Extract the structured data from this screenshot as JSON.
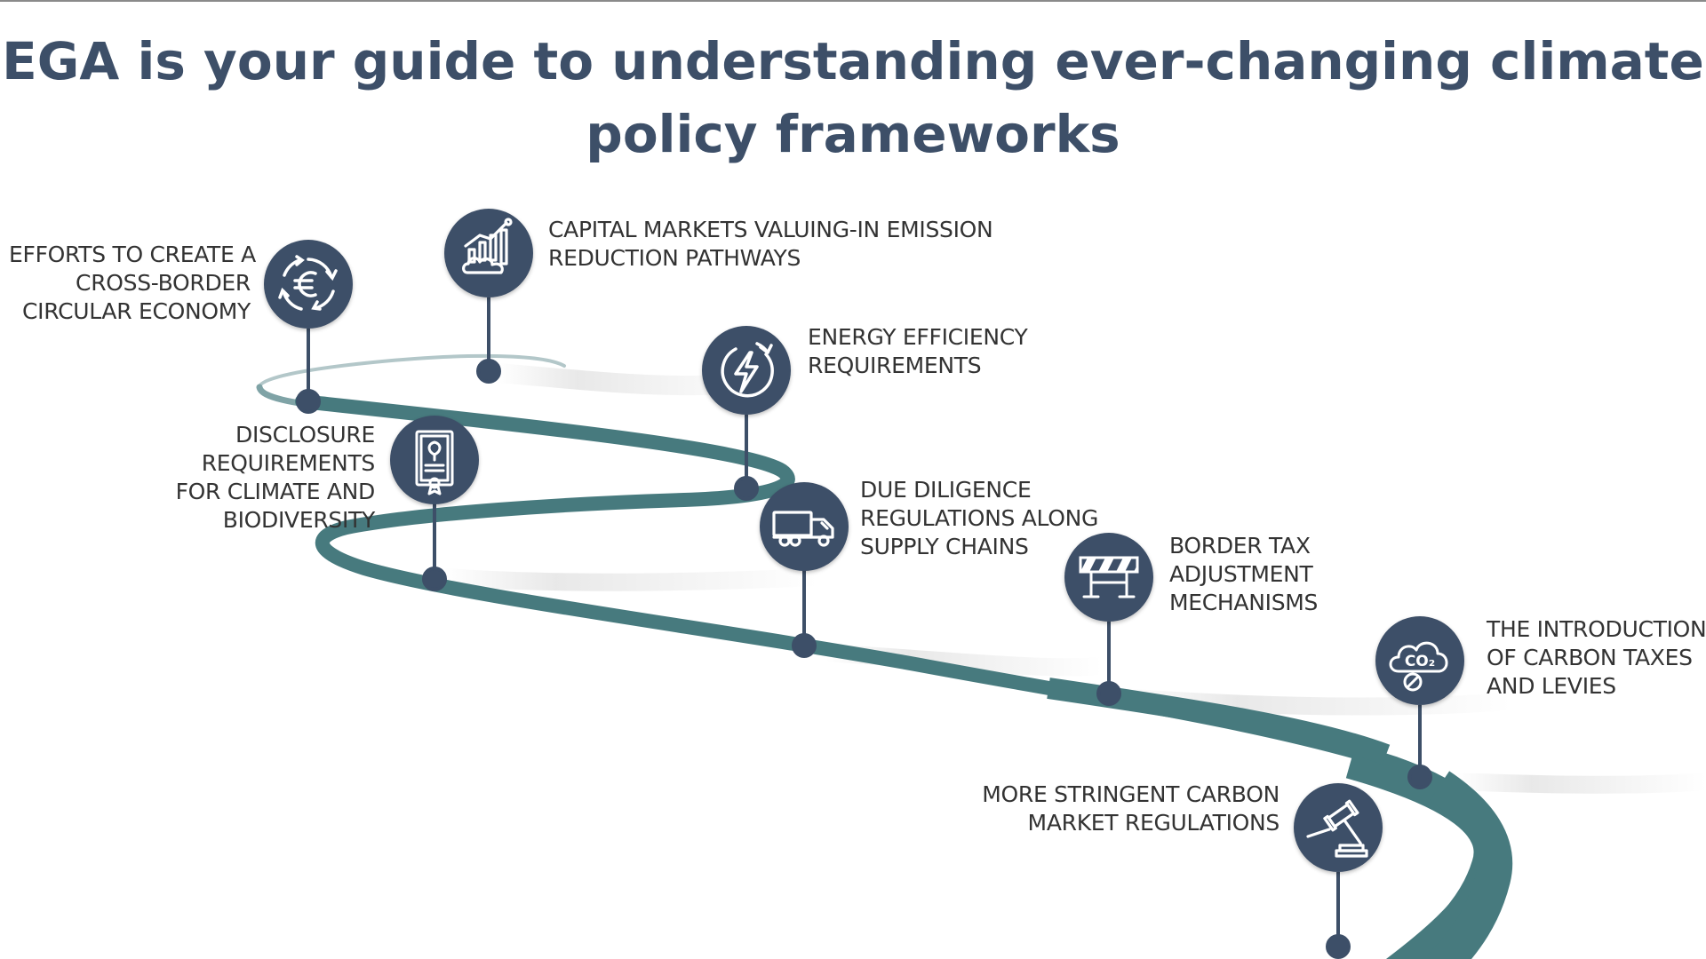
{
  "title_lines": [
    "EGA is your guide to understanding ever-changing climate",
    "policy frameworks"
  ],
  "colors": {
    "title": "#3d4f68",
    "pin": "#3d4f68",
    "road": "#477a7e",
    "text": "#333333"
  },
  "milestones": [
    {
      "icon": "euro-circular-arrows-icon",
      "lines": [
        "EFFORTS TO CREATE A",
        "CROSS-BORDER",
        "CIRCULAR ECONOMY"
      ]
    },
    {
      "icon": "market-chart-icon",
      "lines": [
        "CAPITAL MARKETS VALUING-IN EMISSION",
        "REDUCTION PATHWAYS"
      ]
    },
    {
      "icon": "energy-efficiency-icon",
      "lines": [
        "ENERGY EFFICIENCY",
        "REQUIREMENTS"
      ]
    },
    {
      "icon": "certificate-icon",
      "lines": [
        "DISCLOSURE",
        "REQUIREMENTS",
        "FOR CLIMATE AND",
        "BIODIVERSITY"
      ]
    },
    {
      "icon": "truck-icon",
      "lines": [
        "DUE DILIGENCE",
        "REGULATIONS ALONG",
        "SUPPLY CHAINS"
      ]
    },
    {
      "icon": "barrier-icon",
      "lines": [
        "BORDER TAX",
        "ADJUSTMENT",
        "MECHANISMS"
      ]
    },
    {
      "icon": "co2-tax-icon",
      "lines": [
        "THE INTRODUCTION",
        "OF CARBON TAXES",
        "AND LEVIES"
      ]
    },
    {
      "icon": "gavel-icon",
      "lines": [
        "MORE STRINGENT CARBON",
        "MARKET REGULATIONS"
      ]
    }
  ]
}
